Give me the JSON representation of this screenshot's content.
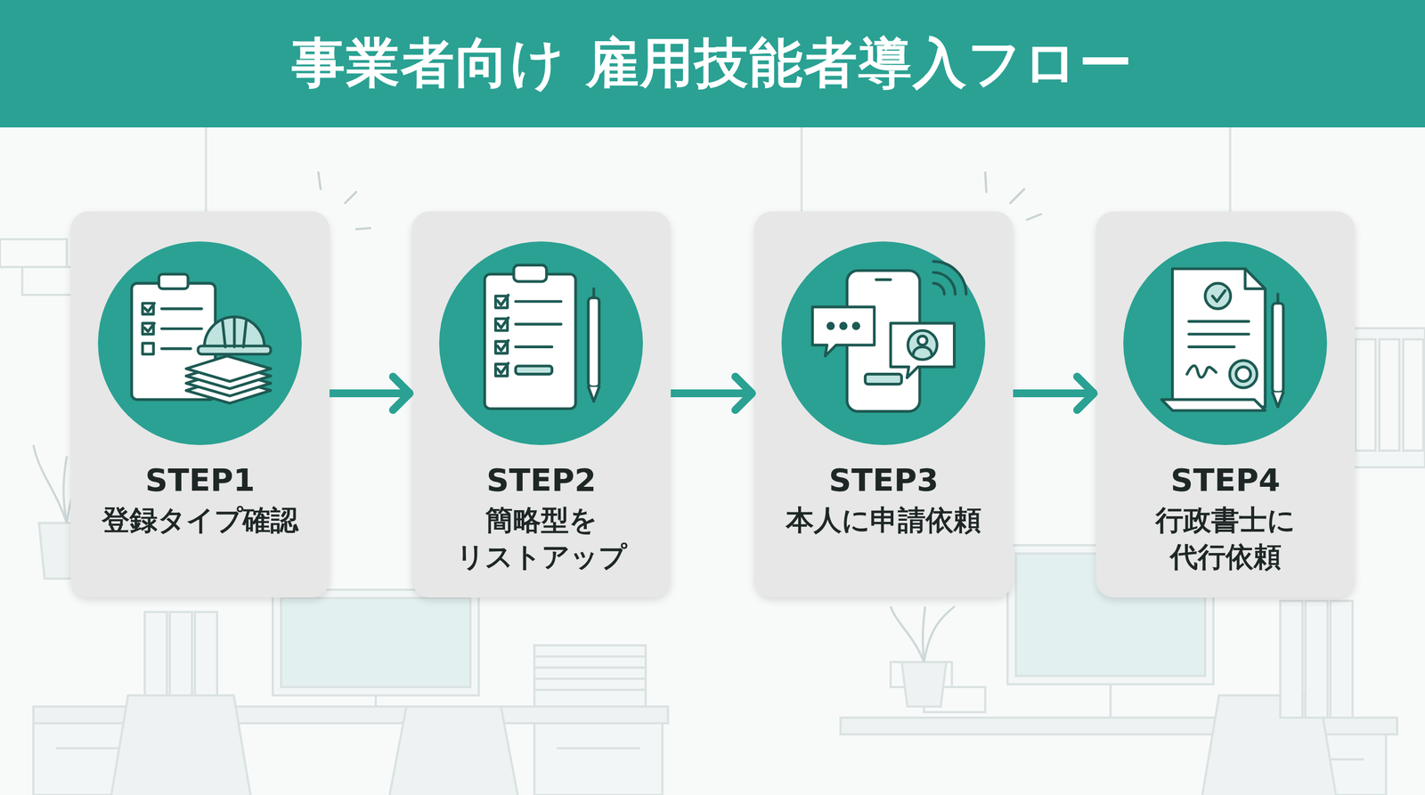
{
  "diagram": {
    "title": "事業者向け 雇用技能者導入フロー",
    "nodes": [
      {
        "text": [
          "STEP1",
          "登録タイプ確認"
        ]
      },
      {
        "text": [
          "STEP2",
          "簡略型を リストアップ"
        ]
      },
      {
        "text": [
          "STEP3",
          "本人に申請依頼"
        ]
      },
      {
        "text": [
          "STEP4",
          "行政書士に 代行依頼"
        ]
      }
    ],
    "edges": [
      {
        "from": 0,
        "to": 1,
        "arrow": "to"
      },
      {
        "from": 1,
        "to": 2,
        "arrow": "to"
      },
      {
        "from": 2,
        "to": 3,
        "arrow": "to"
      }
    ]
  }
}
